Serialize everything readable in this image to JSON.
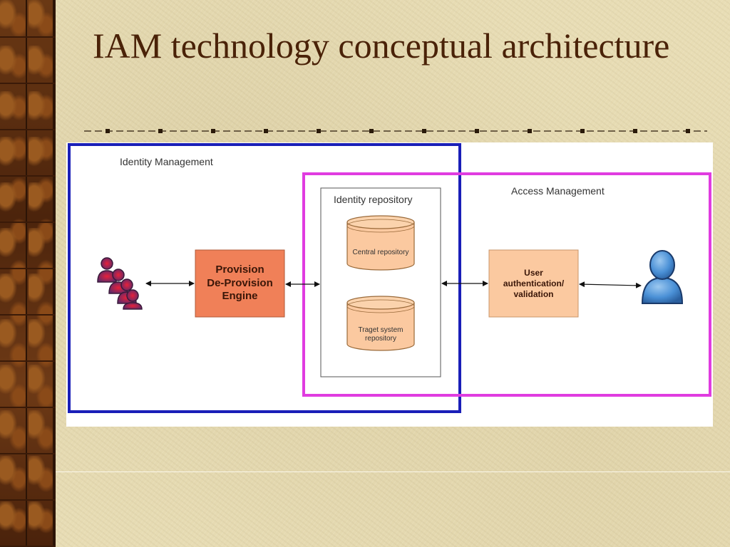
{
  "slide": {
    "title": "IAM technology conceptual architecture"
  },
  "diagram": {
    "identity_management_label": "Identity Management",
    "access_management_label": "Access Management",
    "identity_repository_label": "Identity repository",
    "central_repository_label": "Central repository",
    "target_repository_label_line1": "Traget system",
    "target_repository_label_line2": "repository",
    "provision_engine_line1": "Provision",
    "provision_engine_line2": "De-Provision",
    "provision_engine_line3": "Engine",
    "auth_box_line1": "User",
    "auth_box_line2": "authentication/",
    "auth_box_line3": "validation",
    "icons": [
      "users-group-icon",
      "user-icon"
    ],
    "colors": {
      "identity_border": "#1a1fb8",
      "access_border": "#e03ce0",
      "provision_fill": "#f08058",
      "auth_fill": "#fbc9a0",
      "cylinder_fill": "#fbc9a0",
      "user_blue": "#4a90d6",
      "users_red": "#c0203a"
    }
  }
}
